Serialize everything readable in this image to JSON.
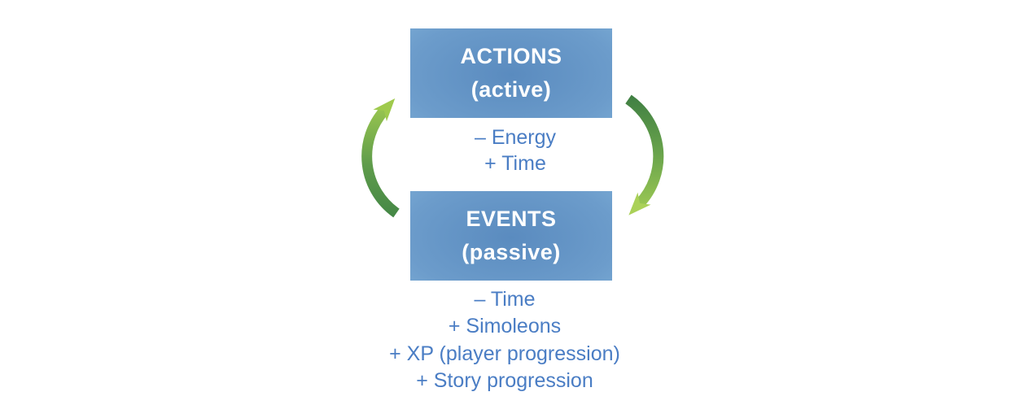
{
  "diagram": {
    "actions_box": {
      "title": "ACTIONS",
      "subtitle": "(active)"
    },
    "actions_costs": [
      "– Energy",
      "+ Time"
    ],
    "events_box": {
      "title": "EVENTS",
      "subtitle": "(passive)"
    },
    "events_results": [
      "– Time",
      "+ Simoleons",
      "+ XP (player progression)",
      "+ Story progression"
    ],
    "arrows": {
      "left": "curved-arrow-up-events-to-actions",
      "right": "curved-arrow-down-actions-to-events"
    },
    "colors": {
      "background": "#ffffff",
      "box_blue_center": "#5a8bbf",
      "box_blue_edge": "#a6cfea",
      "box_title_text": "#ffffff",
      "label_blue": "#4a7dc4",
      "arrow_green_dark": "#3b7b42",
      "arrow_green_light": "#a2cc50"
    }
  }
}
